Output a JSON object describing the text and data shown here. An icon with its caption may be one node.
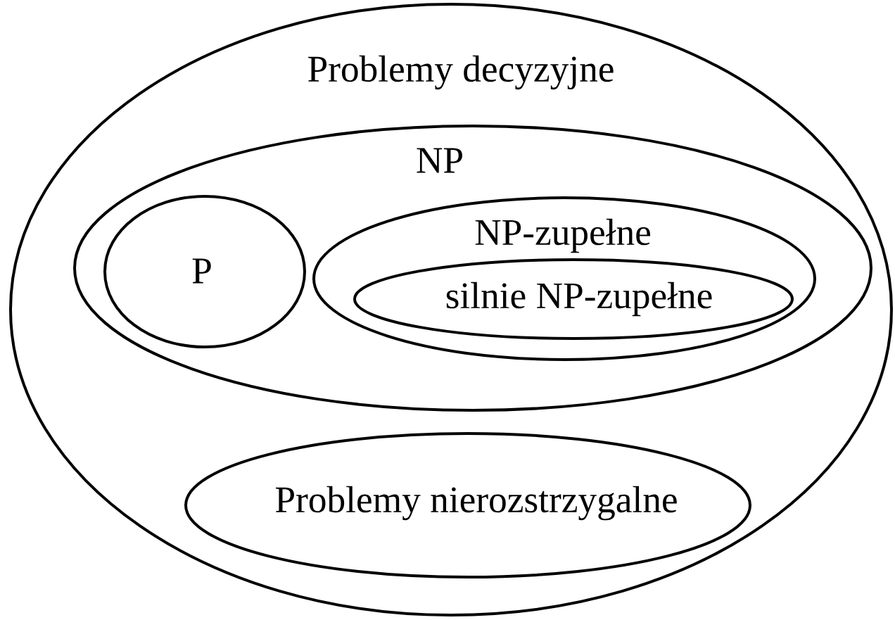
{
  "diagram": {
    "nodes": [
      {
        "text": [
          "Problemy decyzyjne"
        ]
      },
      {
        "text": [
          "NP"
        ],
        "in": 0
      },
      {
        "text": [
          "P"
        ],
        "in": 1
      },
      {
        "text": [
          "NP-zupełne"
        ],
        "in": 1
      },
      {
        "text": [
          "silnie NP-zupełne"
        ],
        "in": 3
      },
      {
        "text": [
          "Problemy nierozstrzygalne"
        ],
        "in": 0
      }
    ]
  }
}
